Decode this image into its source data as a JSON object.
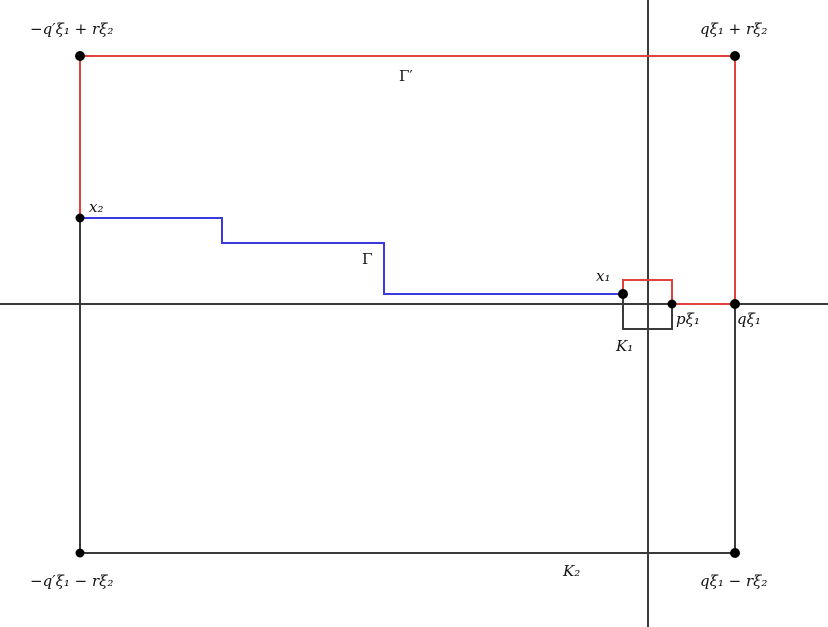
{
  "labels": {
    "top_left": "−q′ξ₁ + rξ₂",
    "top_right": "qξ₁ + rξ₂",
    "bottom_left": "−q′ξ₁ − rξ₂",
    "bottom_right": "qξ₁ − rξ₂",
    "gamma_prime": "Γ′",
    "gamma": "Γ",
    "x1": "x₁",
    "x2": "x₂",
    "p_xi1": "pξ₁",
    "q_xi1": "qξ₁",
    "k1": "K₁",
    "k2": "K₂"
  },
  "colors": {
    "red": "#e0413c",
    "blue": "#3a3adf",
    "black": "#3a3a3a"
  }
}
